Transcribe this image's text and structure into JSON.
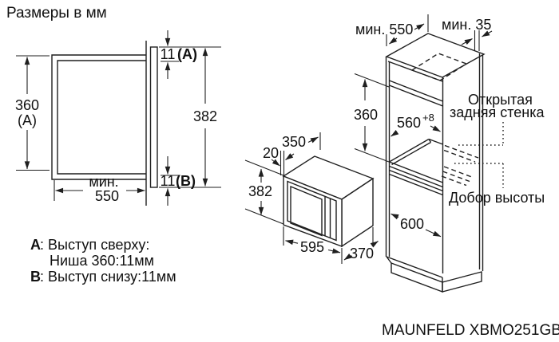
{
  "title": "Размеры в мм",
  "model": "MAUNFELD XBMO251GB",
  "front_view": {
    "niche_height": "360",
    "niche_height_key": "(A)",
    "overhang_top": "11",
    "overhang_top_key": "(A)",
    "overall_height": "382",
    "overhang_bottom": "11",
    "overhang_bottom_key": "(B)",
    "width_min": "мин.",
    "width_value": "550"
  },
  "notes": {
    "a_key": "A",
    "a_text": ": Выступ сверху:",
    "a_detail": "Ниша 360:11мм",
    "b_key": "B",
    "b_text": ": Выступ снизу:11мм"
  },
  "microwave": {
    "depth_body": "350",
    "frame_depth": "20",
    "height": "382",
    "width": "595",
    "depth_total": "370"
  },
  "cabinet": {
    "depth_min": "мин. 550",
    "back_gap": "мин. 35",
    "niche_height": "360",
    "niche_width": "560",
    "niche_width_tolerance": "+8",
    "base_depth": "600",
    "open_back_line1": "Открытая",
    "open_back_line2": "задняя стенка",
    "filler_label": "Добор высоты"
  }
}
